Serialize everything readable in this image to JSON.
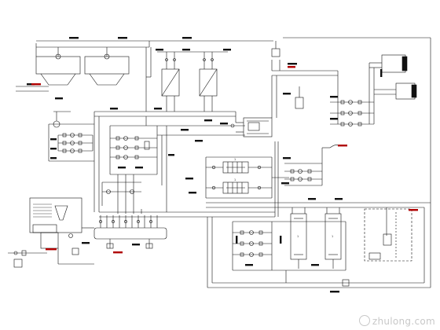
{
  "watermark": {
    "text": "zhulong.com",
    "logo_icon": "zhulong-logo-icon"
  },
  "colors": {
    "line": "#111111",
    "accent_red": "#b00000",
    "watermark": "#c8c8c8"
  },
  "equipment_labels": {
    "chiller_a": "1",
    "chiller_b": "1",
    "exchanger_a": "1",
    "exchanger_b": "1"
  }
}
